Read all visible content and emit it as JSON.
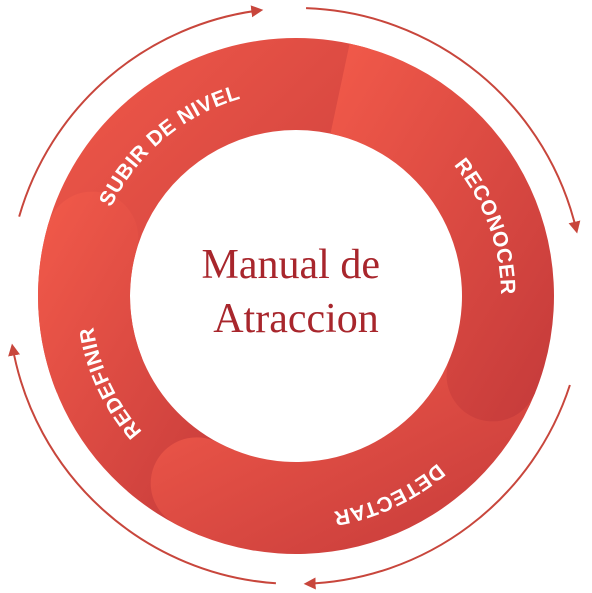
{
  "diagram": {
    "center_title_lines": [
      "Manual de",
      "Atraccion"
    ],
    "steps": [
      {
        "label": "SUBIR DE NIVEL"
      },
      {
        "label": "RECONOCER"
      },
      {
        "label": "DETECTAR"
      },
      {
        "label": "REDEFINIR"
      }
    ],
    "colors": {
      "segment_light": "#f25a4a",
      "segment_dark": "#c43a3a",
      "arrow": "#c8463c",
      "title": "#a8262c",
      "label": "#ffffff"
    }
  }
}
